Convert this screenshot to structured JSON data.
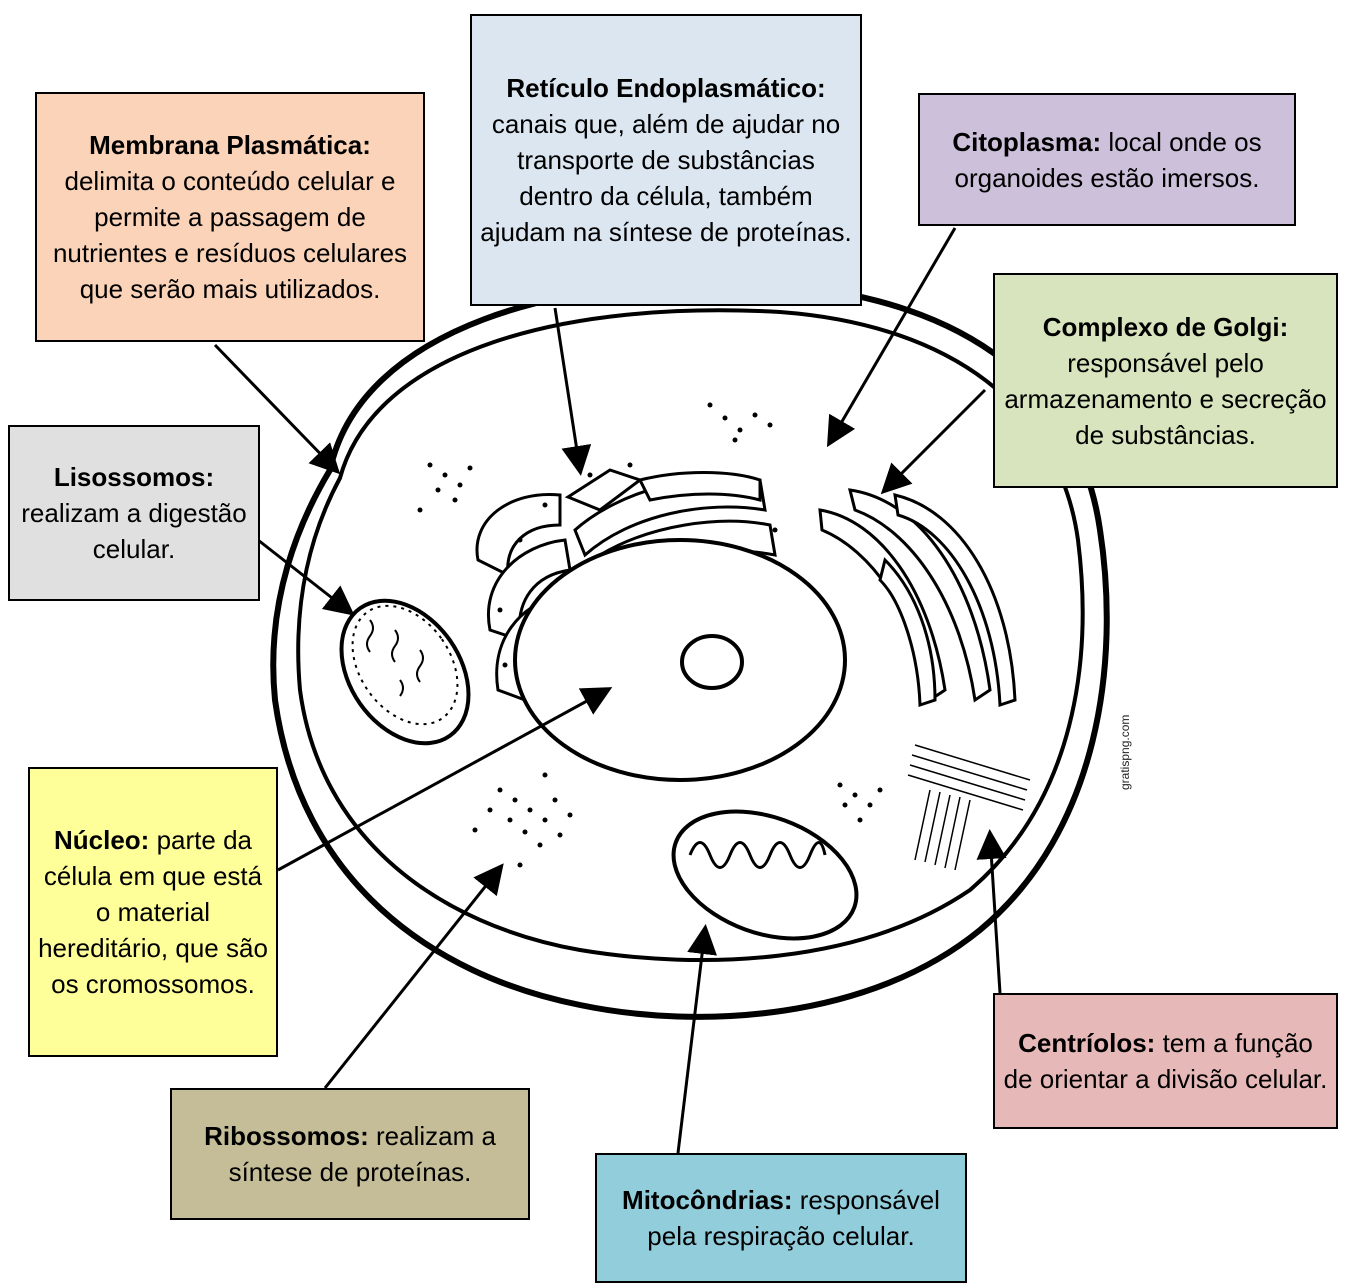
{
  "labels": {
    "membrana": {
      "title": "Membrana Plasmática:",
      "text": "delimita o conteúdo celular e permite a passagem de nutrientes e resíduos celulares que serão mais utilizados.",
      "color": "#fbd3b8"
    },
    "reticulo": {
      "title": "Retículo Endoplasmático:",
      "text": "canais que, além de ajudar no transporte de substâncias dentro da célula, também ajudam na síntese de proteínas.",
      "color": "#dce6f1"
    },
    "citoplasma": {
      "title": "Citoplasma:",
      "text": "local onde os organoides estão imersos.",
      "color": "#ccc0da"
    },
    "golgi": {
      "title": "Complexo de Golgi:",
      "text": "responsável pelo armazenamento e secreção de substâncias.",
      "color": "#d7e4bd"
    },
    "lisossomos": {
      "title": "Lisossomos:",
      "text": "realizam a digestão celular.",
      "color": "#e0e0e0"
    },
    "nucleo": {
      "title": "Núcleo:",
      "text": "parte da célula em que está o material hereditário, que são os cromossomos.",
      "color": "#ffff99"
    },
    "ribossomos": {
      "title": "Ribossomos:",
      "text": "realizam a síntese de proteínas.",
      "color": "#c4bd97"
    },
    "mitocondrias": {
      "title": "Mitocôndrias:",
      "text": "responsável pela respiração celular.",
      "color": "#92cddc"
    },
    "centriolos": {
      "title": "Centríolos:",
      "text": "tem a função de orientar a divisão celular.",
      "color": "#e6b9b8"
    }
  },
  "watermark": "gratispng.com"
}
